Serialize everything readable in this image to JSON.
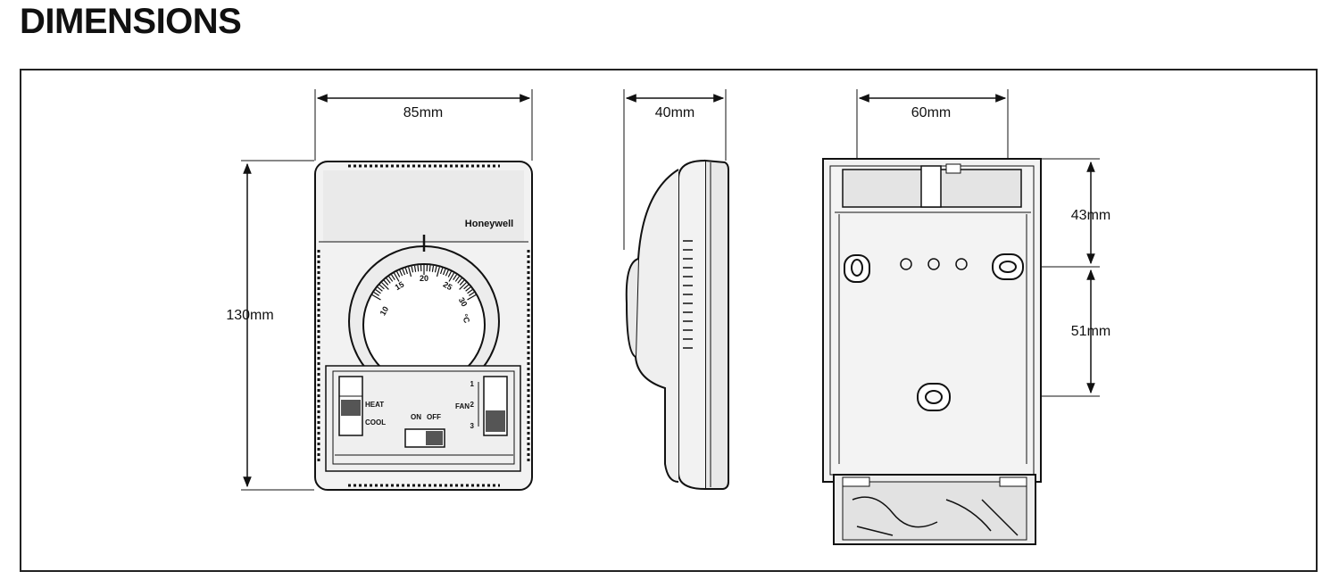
{
  "title": "DIMENSIONS",
  "dimensions": {
    "width": "85mm",
    "height": "130mm",
    "depth": "40mm",
    "mount_spacing": "60mm",
    "top_to_holes": "43mm",
    "holes_to_bottom_hole": "51mm"
  },
  "thermostat": {
    "brand": "Honeywell",
    "dial_ticks": [
      "10",
      "15",
      "20",
      "25",
      "30"
    ],
    "dial_unit": "°C",
    "mode_labels": [
      "HEAT",
      "COOL"
    ],
    "power_labels": [
      "ON",
      "OFF"
    ],
    "fan_label": "FAN",
    "fan_speeds": [
      "1",
      "2",
      "3"
    ]
  }
}
